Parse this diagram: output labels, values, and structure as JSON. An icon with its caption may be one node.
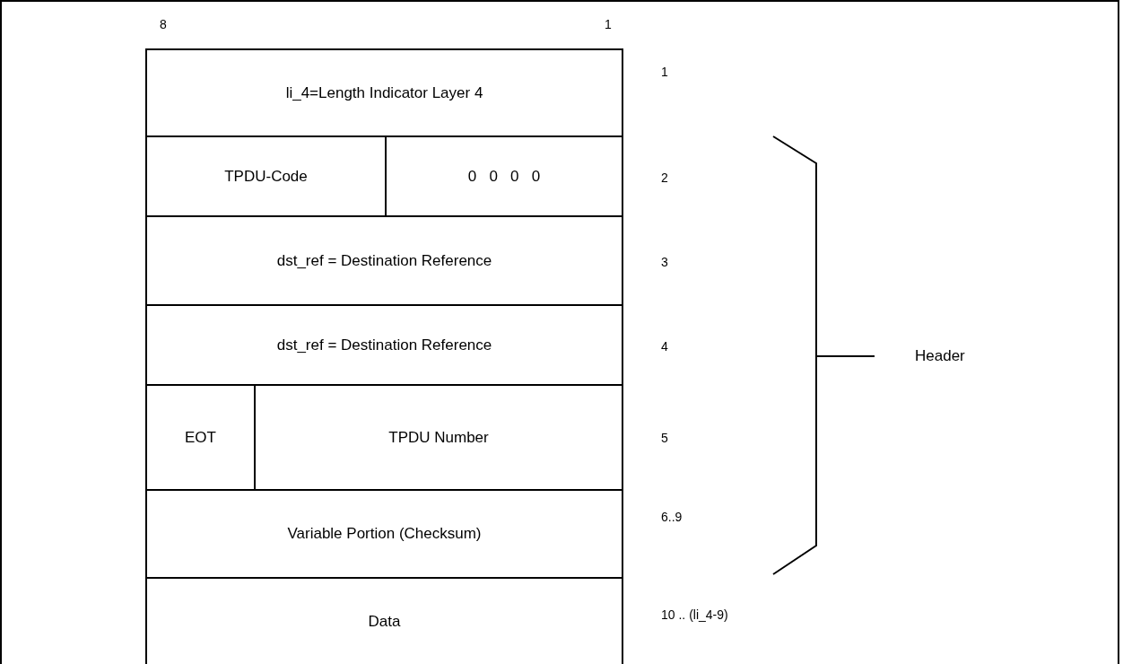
{
  "diagram": {
    "nodes": [
      {
        "text": [
          "li_4=Length Indicator Layer 4"
        ]
      },
      {
        "text": [
          "TPDU-Code"
        ]
      },
      {
        "text": [
          "0   0   0   0"
        ]
      },
      {
        "text": [
          "dst_ref = Destination Reference"
        ]
      },
      {
        "text": [
          "dst_ref = Destination Reference"
        ]
      },
      {
        "text": [
          "EOT"
        ]
      },
      {
        "text": [
          "TPDU Number"
        ]
      },
      {
        "text": [
          "Variable Portion (Checksum)"
        ]
      },
      {
        "text": [
          "Data"
        ]
      }
    ],
    "labels": [
      "8",
      "1",
      "1",
      "2",
      "3",
      "4",
      "5",
      "6..9",
      "10 .. (li_4-9)",
      "Header"
    ]
  }
}
